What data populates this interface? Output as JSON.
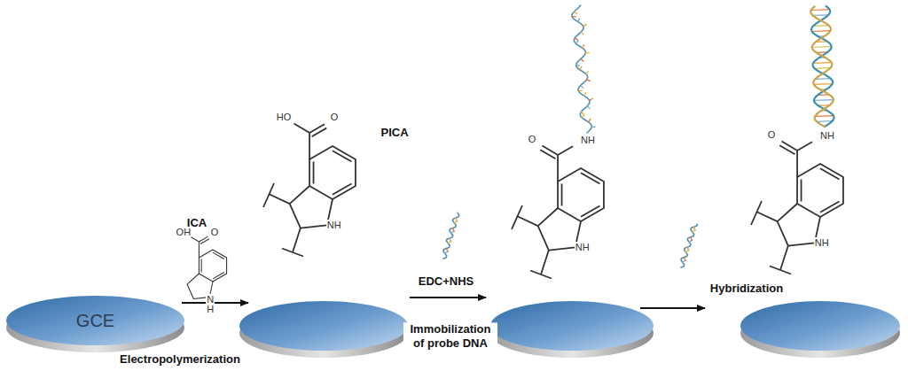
{
  "diagram": {
    "nodes": [
      {
        "text": [
          "GCE"
        ]
      }
    ],
    "edges": [],
    "labels": [
      "ICA",
      "OH",
      "O",
      "N",
      "H",
      "Electropolymerization",
      "HO",
      "O",
      "PICA",
      "NH",
      "EDC+NHS",
      "Immobilization of probe DNA",
      "O",
      "NH",
      "NH",
      "Hybridization",
      "O",
      "NH",
      "NH"
    ]
  }
}
